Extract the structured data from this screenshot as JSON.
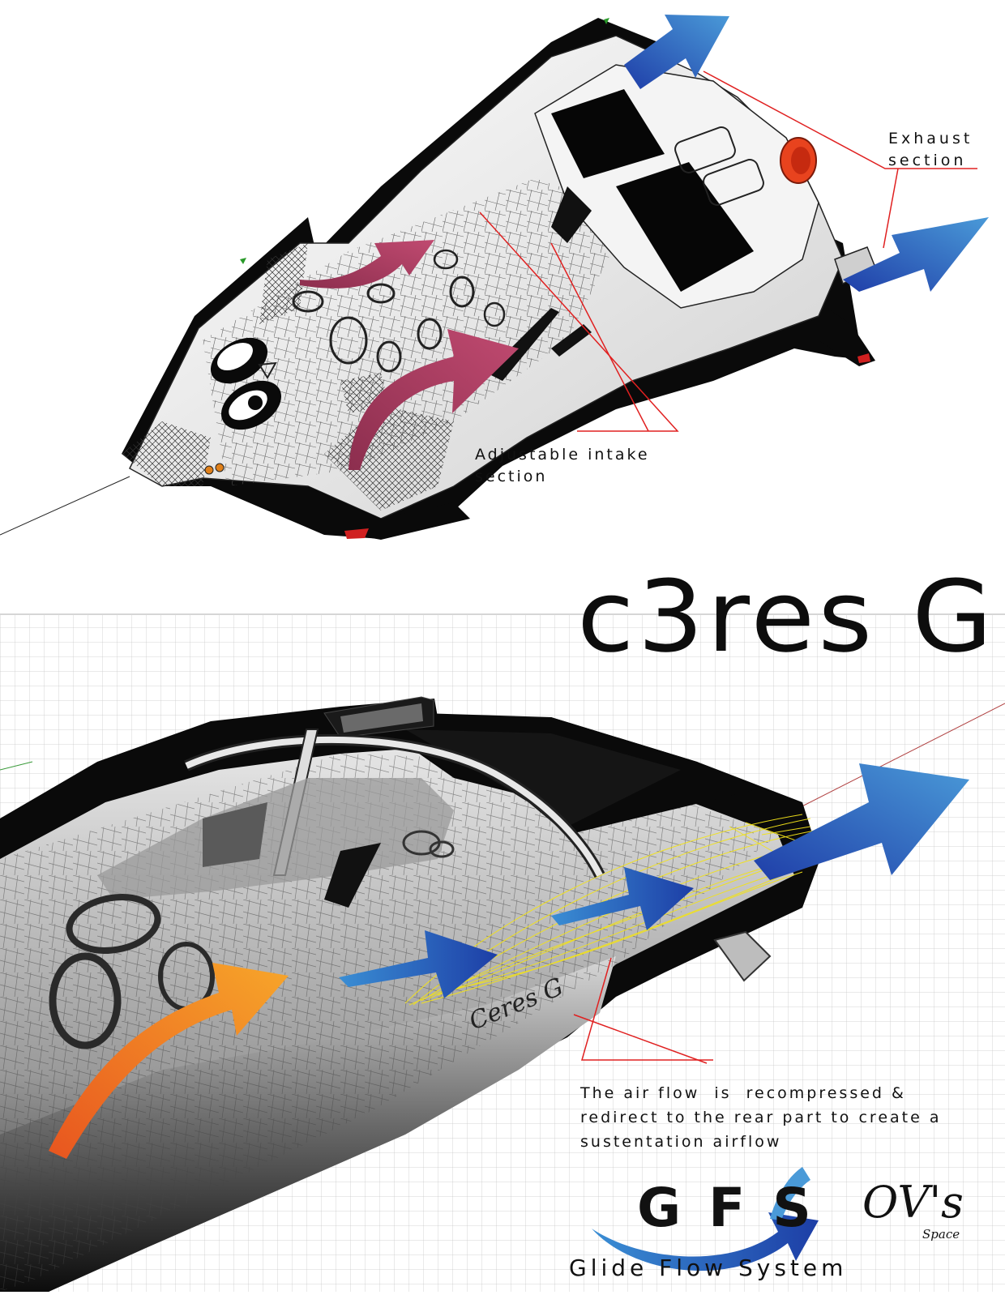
{
  "labels": {
    "exhaust": [
      "Exhaust",
      "section"
    ],
    "intake": [
      "Adjustable intake",
      "section"
    ],
    "airflow": [
      "The air flow  is  recompressed &",
      "redirect to the rear part to create a",
      "sustentation airflow"
    ],
    "title": "c3res G",
    "hull_lettering": "Ceres G",
    "gfs": "GFS",
    "gfs_full": "Glide Flow System",
    "brand": "OV's",
    "brand_small": "Space"
  },
  "colors": {
    "exhaust_arrow": "#2c4fb8",
    "intake_arrow": "#a33a5c",
    "lift_arrow": "#f07a22",
    "callout_line": "#e02020",
    "flow_lines": "#f2e21a",
    "hull_dark": "#0a0a0a",
    "hull_light": "#f2f2f2",
    "grid": "#c9c9c9"
  },
  "icons": {
    "craft_top": "spacecraft-top-view",
    "craft_bottom": "spacecraft-side-view",
    "arrows": "airflow-arrow"
  }
}
